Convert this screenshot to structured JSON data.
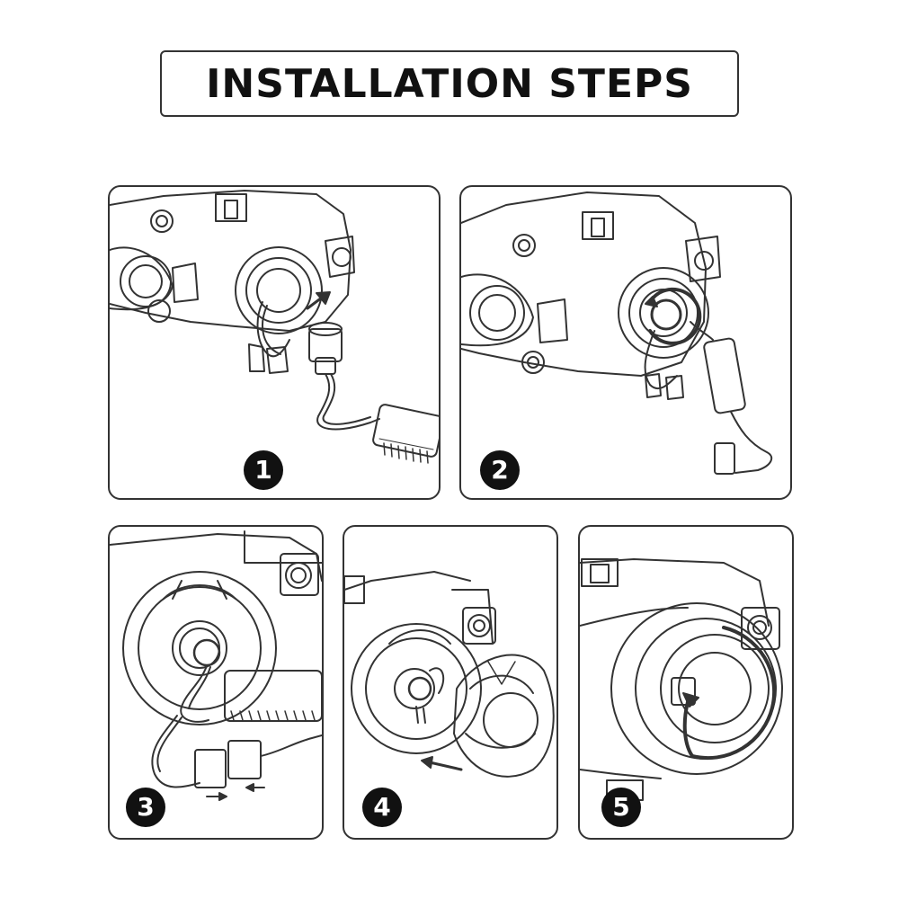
{
  "title": "INSTALLATION STEPS",
  "steps": [
    {
      "number": "1"
    },
    {
      "number": "2"
    },
    {
      "number": "3"
    },
    {
      "number": "4"
    },
    {
      "number": "5"
    }
  ]
}
